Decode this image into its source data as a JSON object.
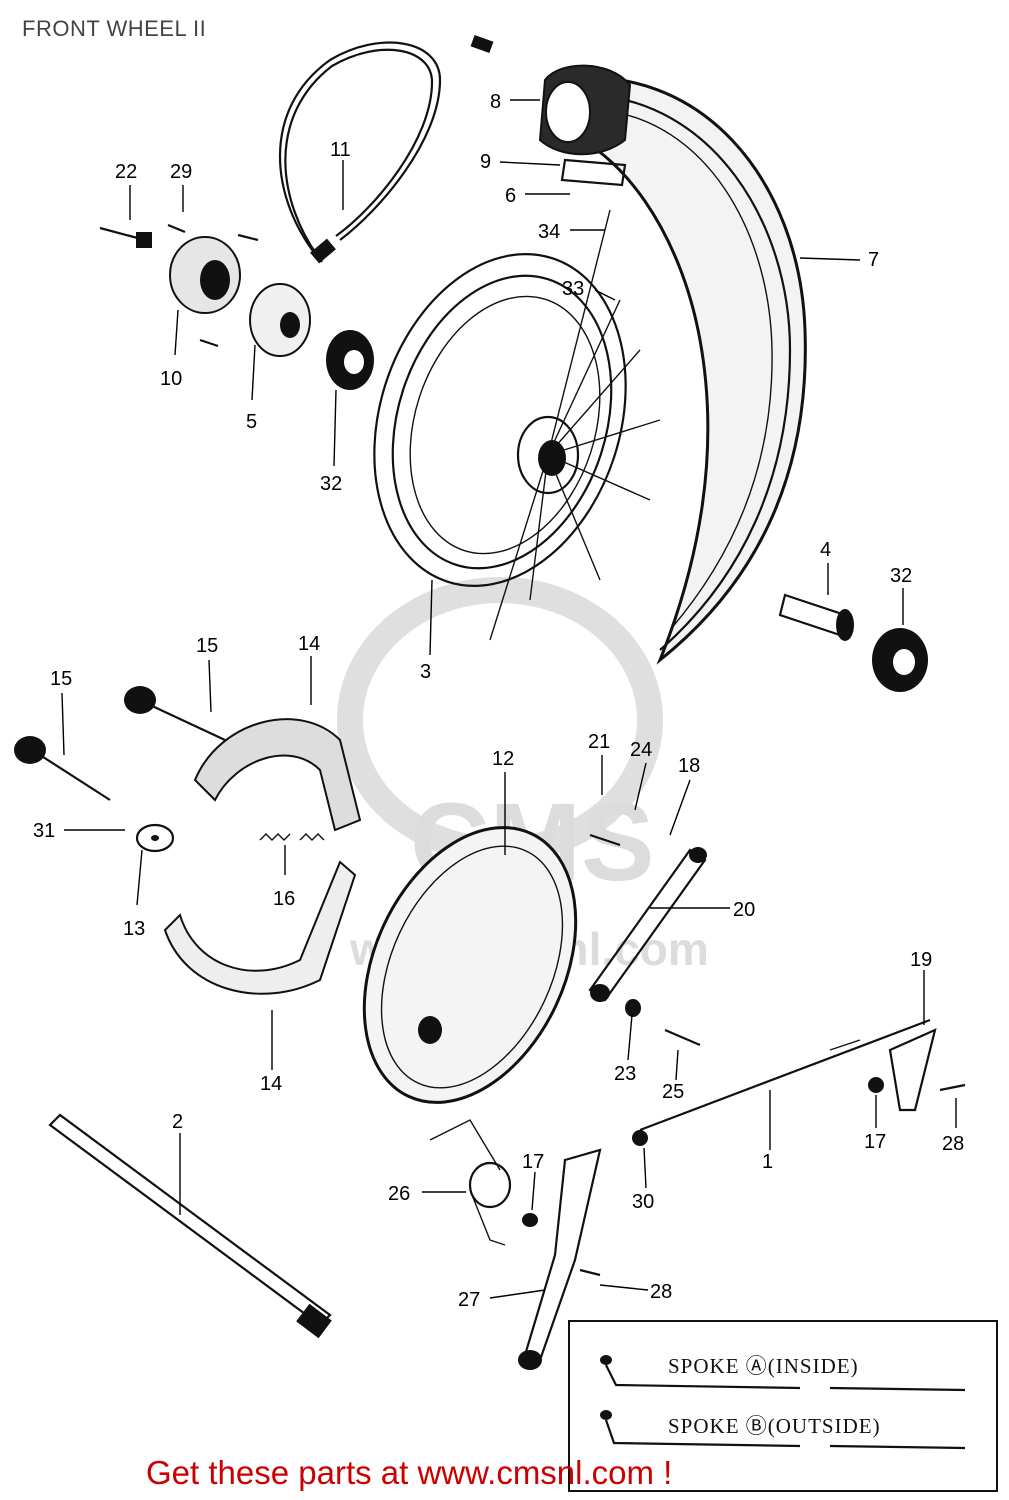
{
  "title": "FRONT WHEEL II",
  "callouts": [
    "1",
    "2",
    "3",
    "4",
    "5",
    "6",
    "7",
    "8",
    "9",
    "10",
    "11",
    "12",
    "13",
    "14",
    "14",
    "15",
    "15",
    "16",
    "17",
    "17",
    "18",
    "19",
    "20",
    "21",
    "22",
    "23",
    "24",
    "25",
    "26",
    "27",
    "28",
    "28",
    "29",
    "30",
    "31",
    "32",
    "32",
    "33",
    "34"
  ],
  "legend": {
    "spoke_a": "SPOKE Ⓐ(INSIDE)",
    "spoke_b": "SPOKE Ⓑ(OUTSIDE)"
  },
  "watermark": {
    "text1": "CMS",
    "text2": "www.cmsnl.com"
  },
  "footer": "Get these parts at www.cmsnl.com !",
  "colors": {
    "footer": "#cc0000",
    "ink": "#111111",
    "watermark": "#d9d9d9"
  }
}
